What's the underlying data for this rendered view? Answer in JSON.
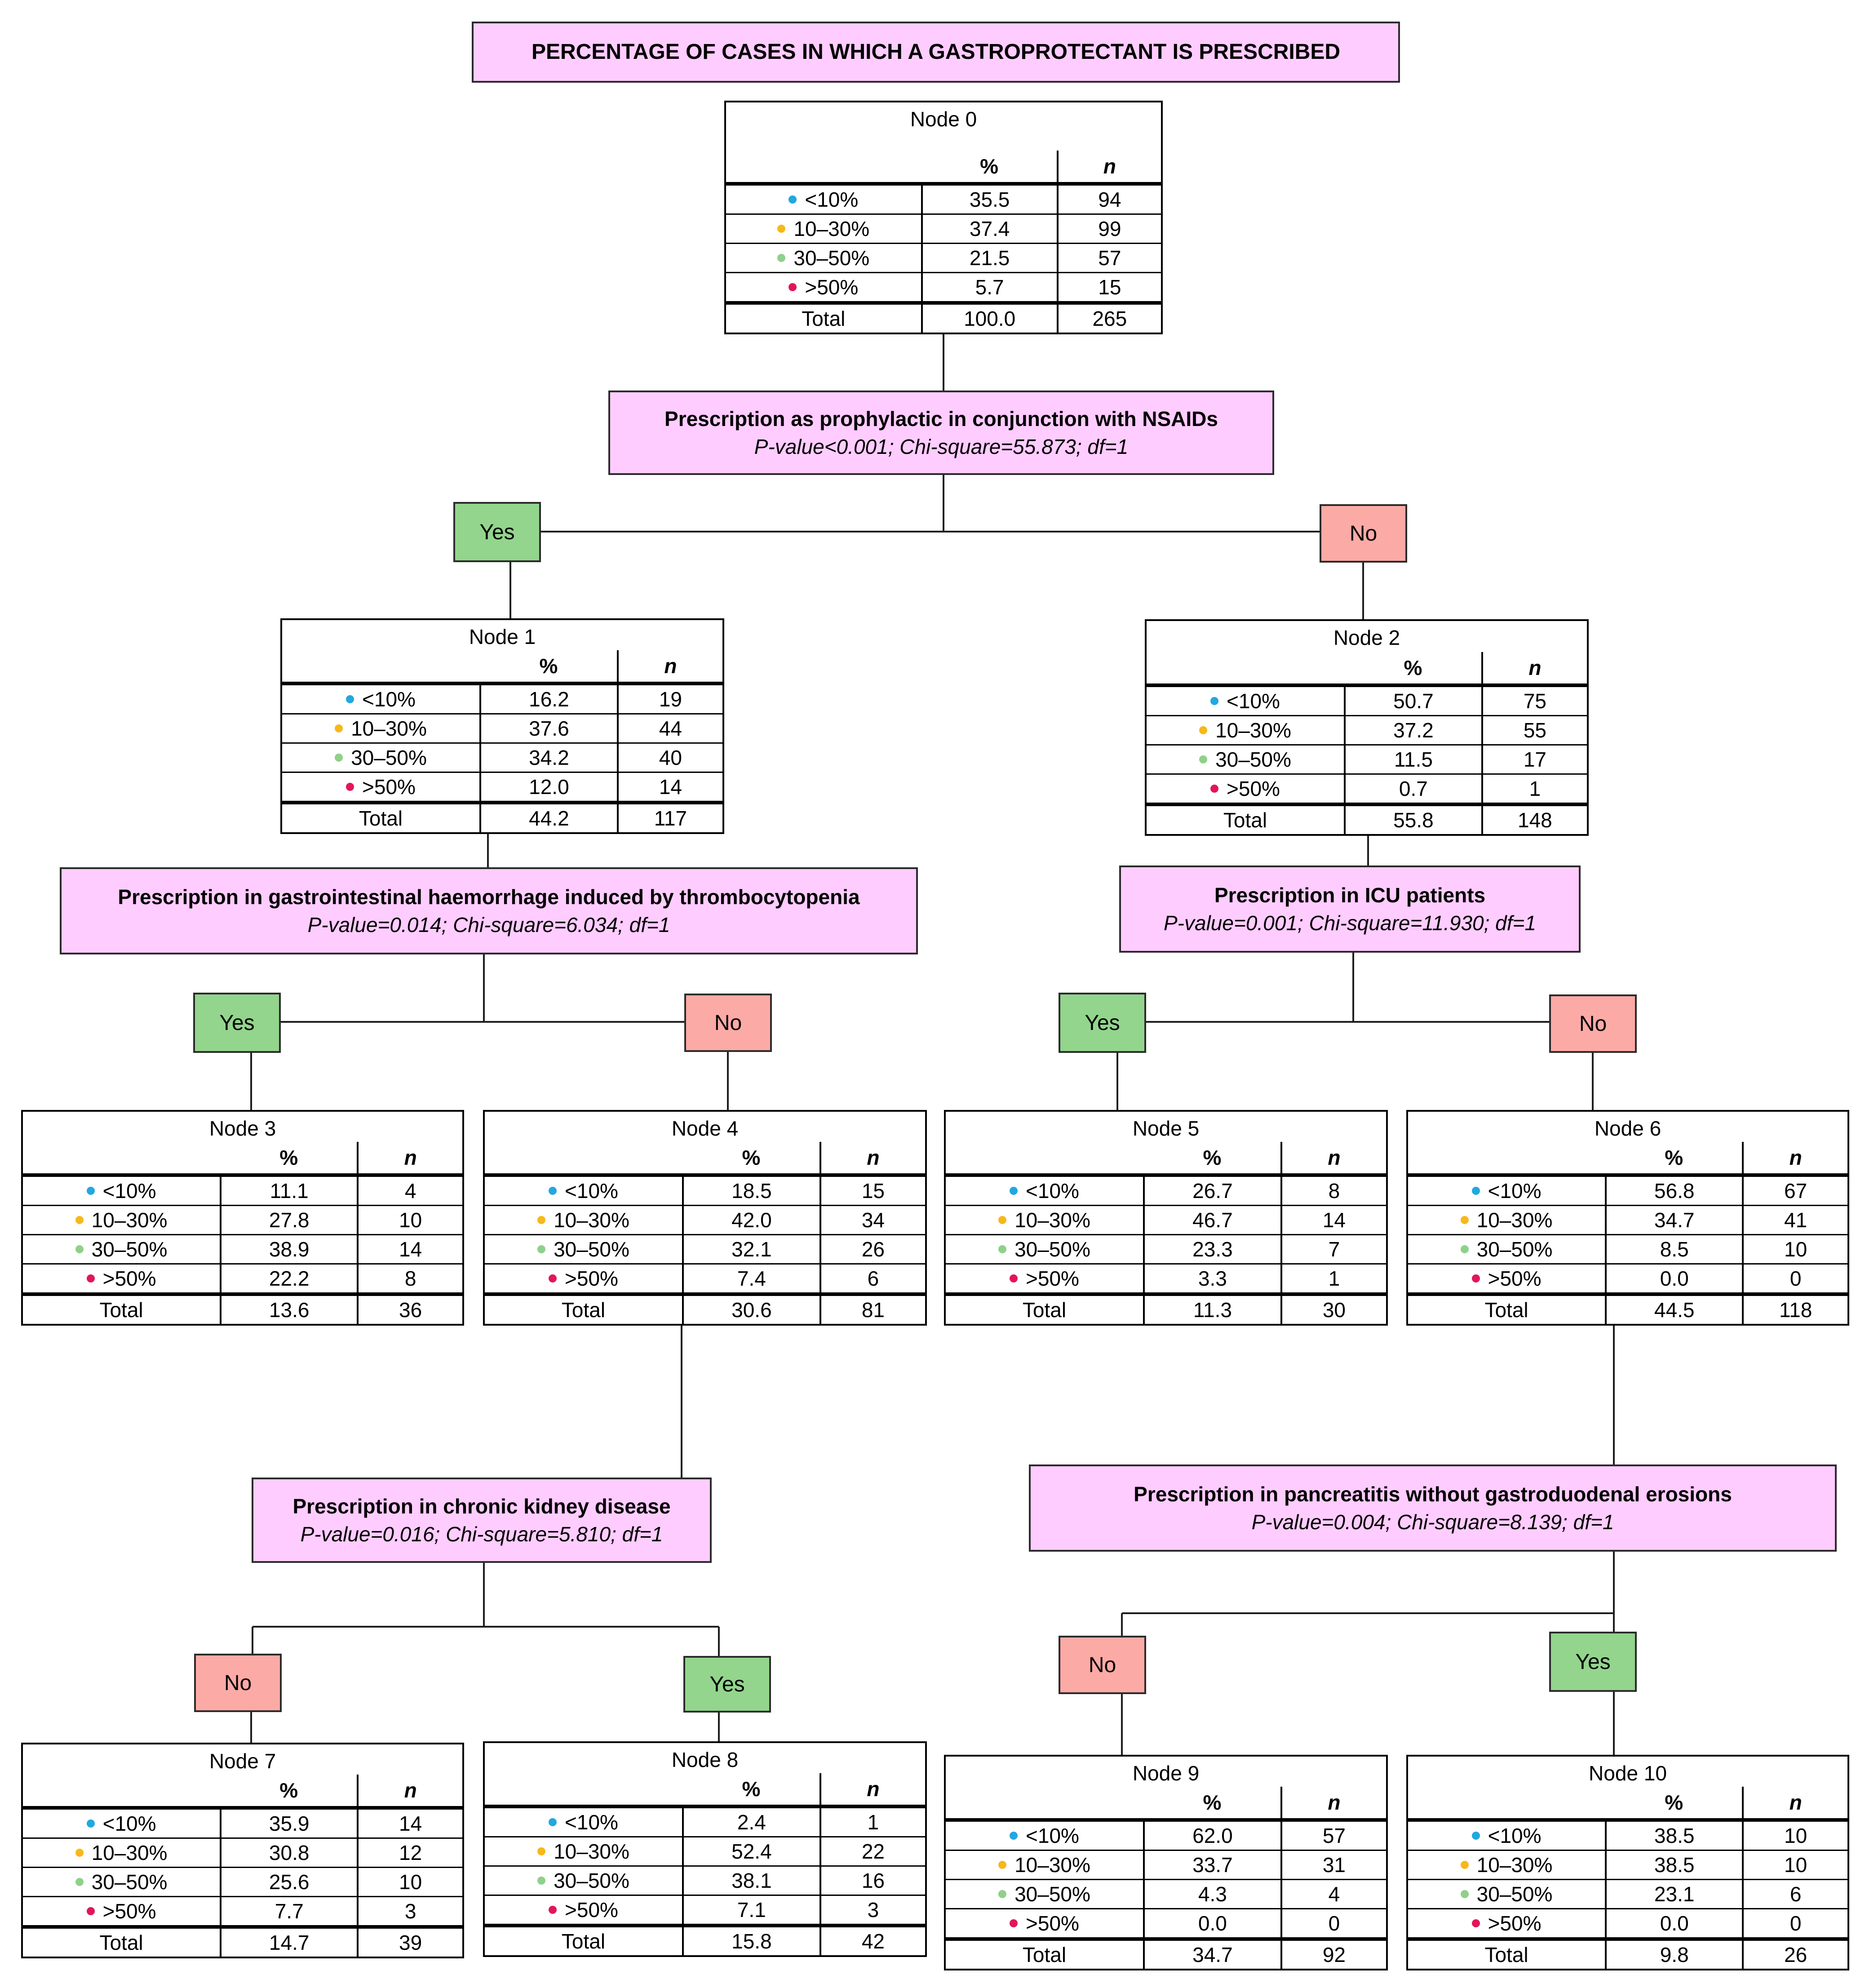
{
  "title": "PERCENTAGE OF CASES IN WHICH A GASTROPROTECTANT IS PRESCRIBED",
  "category_colors": {
    "<10%": "#21a8e0",
    "10–30%": "#f7b81a",
    "30–50%": "#8fd08a",
    ">50%": "#e3155a"
  },
  "table_headers": {
    "pct": "%",
    "n": "n"
  },
  "categories": [
    "<10%",
    "10–30%",
    "30–50%",
    ">50%"
  ],
  "total_label": "Total",
  "splits": {
    "nsaids": {
      "title": "Prescription as prophylactic in conjunction with NSAIDs",
      "stats": "P-value<0.001; Chi-square=55.873; df=1"
    },
    "thrombocytopenia": {
      "title": "Prescription in gastrointestinal haemorrhage induced by thrombocytopenia",
      "stats": "P-value=0.014; Chi-square=6.034; df=1"
    },
    "icu": {
      "title": "Prescription in ICU patients",
      "stats": "P-value=0.001; Chi-square=11.930; df=1"
    },
    "ckd": {
      "title": "Prescription in chronic kidney disease",
      "stats": "P-value=0.016; Chi-square=5.810; df=1"
    },
    "pancreatitis": {
      "title": "Prescription in pancreatitis without gastroduodenal erosions",
      "stats": "P-value=0.004; Chi-square=8.139; df=1"
    }
  },
  "branch_labels": {
    "yes": "Yes",
    "no": "No"
  },
  "nodes": [
    {
      "name": "Node 0",
      "rows": [
        [
          "35.5",
          "94"
        ],
        [
          "37.4",
          "99"
        ],
        [
          "21.5",
          "57"
        ],
        [
          "5.7",
          "15"
        ]
      ],
      "total": [
        "100.0",
        "265"
      ]
    },
    {
      "name": "Node 1",
      "rows": [
        [
          "16.2",
          "19"
        ],
        [
          "37.6",
          "44"
        ],
        [
          "34.2",
          "40"
        ],
        [
          "12.0",
          "14"
        ]
      ],
      "total": [
        "44.2",
        "117"
      ]
    },
    {
      "name": "Node 2",
      "rows": [
        [
          "50.7",
          "75"
        ],
        [
          "37.2",
          "55"
        ],
        [
          "11.5",
          "17"
        ],
        [
          "0.7",
          "1"
        ]
      ],
      "total": [
        "55.8",
        "148"
      ]
    },
    {
      "name": "Node 3",
      "rows": [
        [
          "11.1",
          "4"
        ],
        [
          "27.8",
          "10"
        ],
        [
          "38.9",
          "14"
        ],
        [
          "22.2",
          "8"
        ]
      ],
      "total": [
        "13.6",
        "36"
      ]
    },
    {
      "name": "Node 4",
      "rows": [
        [
          "18.5",
          "15"
        ],
        [
          "42.0",
          "34"
        ],
        [
          "32.1",
          "26"
        ],
        [
          "7.4",
          "6"
        ]
      ],
      "total": [
        "30.6",
        "81"
      ]
    },
    {
      "name": "Node 5",
      "rows": [
        [
          "26.7",
          "8"
        ],
        [
          "46.7",
          "14"
        ],
        [
          "23.3",
          "7"
        ],
        [
          "3.3",
          "1"
        ]
      ],
      "total": [
        "11.3",
        "30"
      ]
    },
    {
      "name": "Node 6",
      "rows": [
        [
          "56.8",
          "67"
        ],
        [
          "34.7",
          "41"
        ],
        [
          "8.5",
          "10"
        ],
        [
          "0.0",
          "0"
        ]
      ],
      "total": [
        "44.5",
        "118"
      ]
    },
    {
      "name": "Node 7",
      "rows": [
        [
          "35.9",
          "14"
        ],
        [
          "30.8",
          "12"
        ],
        [
          "25.6",
          "10"
        ],
        [
          "7.7",
          "3"
        ]
      ],
      "total": [
        "14.7",
        "39"
      ]
    },
    {
      "name": "Node 8",
      "rows": [
        [
          "2.4",
          "1"
        ],
        [
          "52.4",
          "22"
        ],
        [
          "38.1",
          "16"
        ],
        [
          "7.1",
          "3"
        ]
      ],
      "total": [
        "15.8",
        "42"
      ]
    },
    {
      "name": "Node 9",
      "rows": [
        [
          "62.0",
          "57"
        ],
        [
          "33.7",
          "31"
        ],
        [
          "4.3",
          "4"
        ],
        [
          "0.0",
          "0"
        ]
      ],
      "total": [
        "34.7",
        "92"
      ]
    },
    {
      "name": "Node 10",
      "rows": [
        [
          "38.5",
          "10"
        ],
        [
          "38.5",
          "10"
        ],
        [
          "23.1",
          "6"
        ],
        [
          "0.0",
          "0"
        ]
      ],
      "total": [
        "9.8",
        "26"
      ]
    }
  ]
}
